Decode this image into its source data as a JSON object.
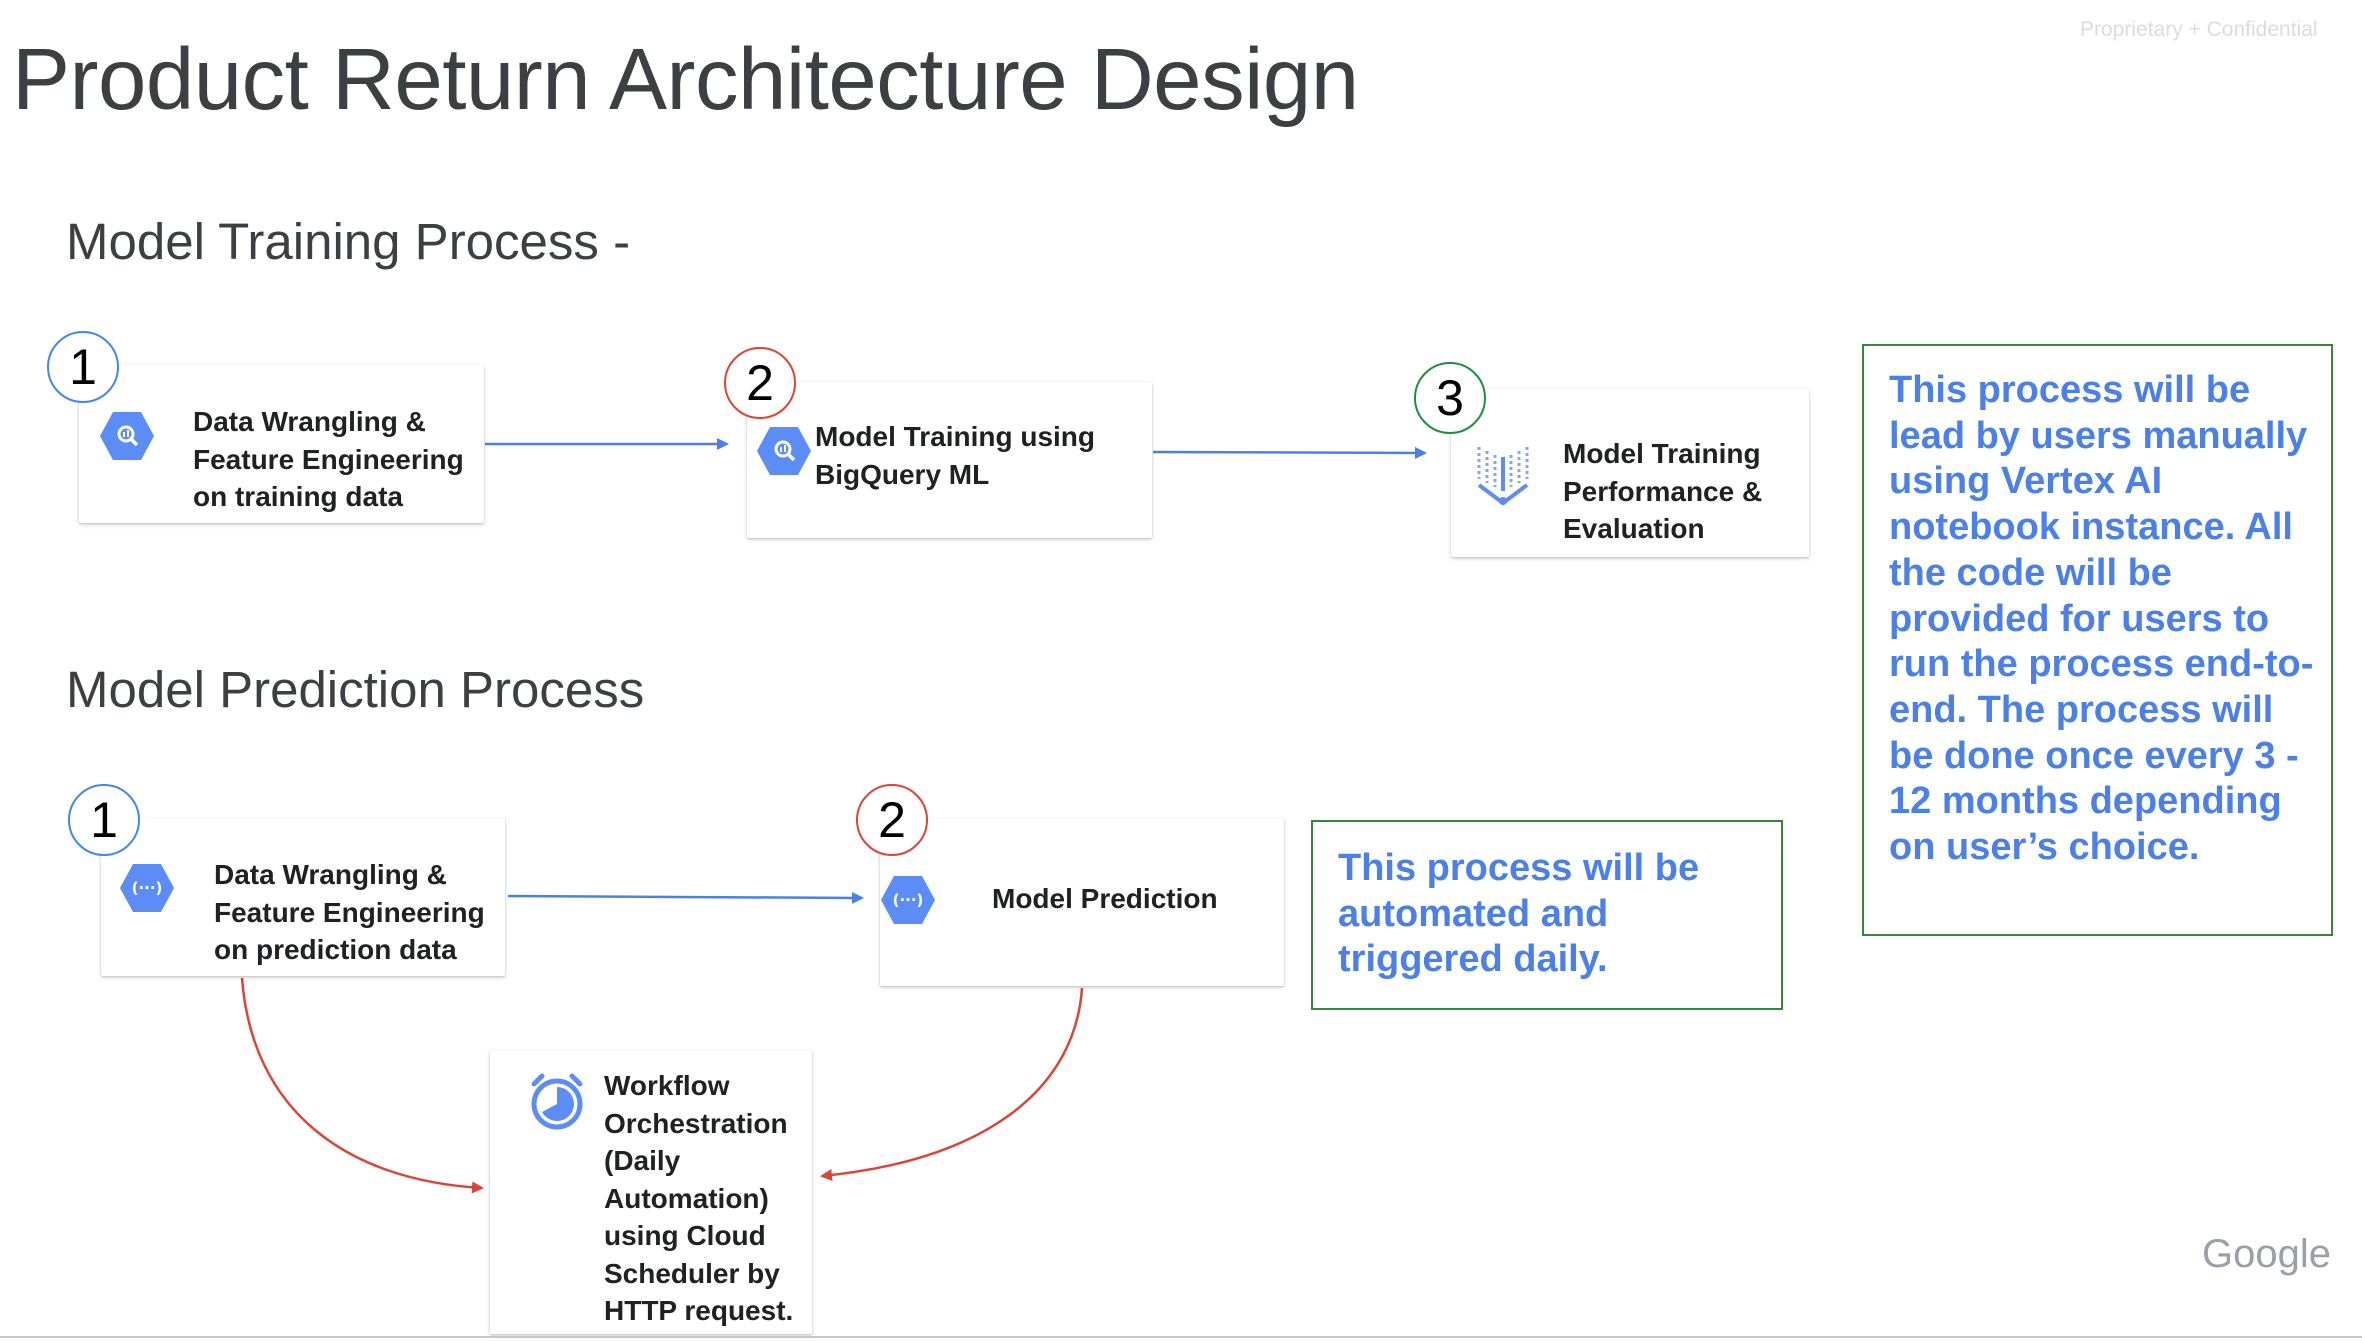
{
  "slide": {
    "title": "Product Return Architecture Design",
    "confidential": "Proprietary + Confidential",
    "logo": "Google"
  },
  "training": {
    "heading": "Model Training Process -",
    "steps": [
      {
        "number": "1",
        "label": "Data Wrangling &\nFeature Engineering\non training data",
        "icon": "bigquery-icon"
      },
      {
        "number": "2",
        "label": "Model Training using\nBigQuery ML",
        "icon": "bigquery-icon"
      },
      {
        "number": "3",
        "label": "Model Training\nPerformance &\nEvaluation",
        "icon": "vertex-ai-icon"
      }
    ],
    "note": "This process will be lead by users manually using Vertex AI notebook instance. All the code will be provided for users to run the process end-to-end. The process will be done once every 3 - 12 months depending on user’s choice."
  },
  "prediction": {
    "heading": "Model Prediction Process",
    "steps": [
      {
        "number": "1",
        "label": "Data Wrangling &\nFeature Engineering\non prediction data",
        "icon": "cloud-functions-icon"
      },
      {
        "number": "2",
        "label": "Model Prediction",
        "icon": "cloud-functions-icon"
      }
    ],
    "orchestration": {
      "label": "Workflow\nOrchestration\n(Daily\nAutomation)\nusing Cloud\nScheduler by\nHTTP request.",
      "icon": "cloud-scheduler-icon"
    },
    "note": "This process will be automated and triggered daily."
  },
  "colors": {
    "blue_arrow": "#4a80e8",
    "red_arrow": "#db4437",
    "note_text": "#4a80e8",
    "note_border": "#38843c",
    "icon_blue": "#5c8df6"
  }
}
